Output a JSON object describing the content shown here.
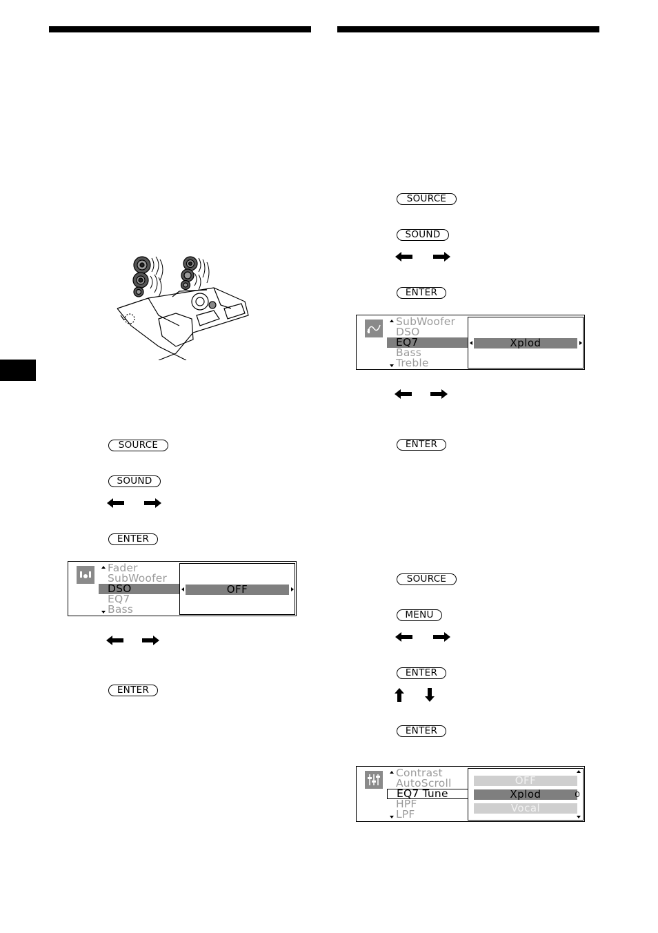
{
  "left_column": {
    "buttons": {
      "source": "SOURCE",
      "sound": "SOUND",
      "enter_1": "ENTER",
      "enter_2": "ENTER"
    },
    "display": {
      "menu_items": [
        "Fader",
        "SubWoofer",
        "DSO",
        "EQ7",
        "Bass"
      ],
      "selected_value": "OFF"
    }
  },
  "right_column": {
    "section_eq7": {
      "buttons": {
        "source": "SOURCE",
        "sound": "SOUND",
        "enter_1": "ENTER",
        "enter_2": "ENTER"
      },
      "display": {
        "menu_items": [
          "SubWoofer",
          "DSO",
          "EQ7",
          "Bass",
          "Treble"
        ],
        "selected_value": "Xplod"
      }
    },
    "section_eq7_tune": {
      "buttons": {
        "source": "SOURCE",
        "menu": "MENU",
        "enter_1": "ENTER",
        "enter_2": "ENTER"
      },
      "display": {
        "menu_items": [
          "Contrast",
          "AutoScroll",
          "EQ7 Tune",
          "HPF",
          "LPF"
        ],
        "options": [
          "OFF",
          "Xplod",
          "Vocal"
        ]
      }
    }
  },
  "icons": {
    "left_arrow": "left-arrow-icon",
    "right_arrow": "right-arrow-icon",
    "up_arrow": "up-arrow-icon",
    "down_arrow": "down-arrow-icon"
  }
}
